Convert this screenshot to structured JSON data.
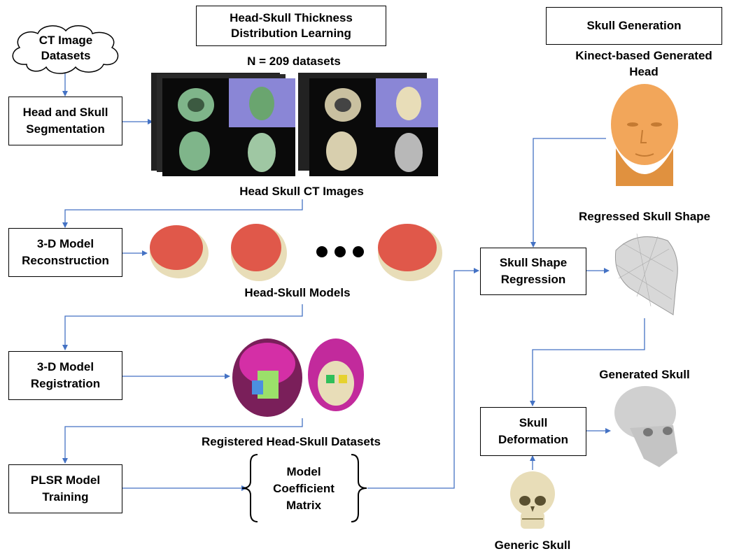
{
  "boxes": {
    "cloud": "CT Image\nDatasets",
    "segmentation": "Head and Skull\nSegmentation",
    "thickness_header": "Head-Skull Thickness\nDistribution Learning",
    "reconstruction": "3-D Model\nReconstruction",
    "registration": "3-D Model\nRegistration",
    "plsr": "PLSR Model\nTraining",
    "matrix": "Model\nCoefficient\nMatrix",
    "skull_generation": "Skull Generation",
    "regression": "Skull Shape\nRegression",
    "deformation": "Skull\nDeformation"
  },
  "labels": {
    "n_datasets": "N = 209 datasets",
    "ct_images": "Head Skull CT Images",
    "head_skull_models": "Head-Skull Models",
    "registered": "Registered Head-Skull Datasets",
    "kinect_head": "Kinect-based Generated\nHead",
    "regressed_skull": "Regressed Skull Shape",
    "generated_skull": "Generated Skull",
    "generic_skull": "Generic Skull"
  },
  "colors": {
    "arrow": "#4472C4",
    "head_red": "#E0584A",
    "skull_bone": "#E8DDB8",
    "kinect_orange": "#F2A65A",
    "mesh_gray": "#D8D8D8",
    "ct_green": "#7FB58A",
    "ct_purple": "#8A86D6"
  }
}
